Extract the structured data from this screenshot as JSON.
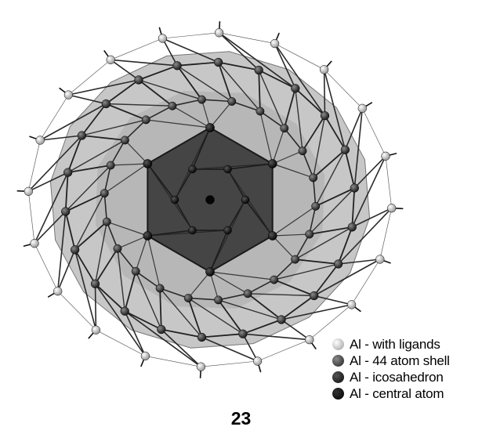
{
  "figure": {
    "compound_number": "23",
    "atom_colors": {
      "ligand": "#c8c8c8",
      "shell": "#3a3a3a",
      "icosahedron": "#1a1a1a",
      "central": "#050505",
      "shell_face": "#b9b9b9",
      "icosahedron_face": "#4a4a4a"
    }
  },
  "legend": {
    "items": [
      {
        "label": "Al - with ligands",
        "color": "#c8c8c8"
      },
      {
        "label": "Al - 44 atom shell",
        "color": "#3a3a3a"
      },
      {
        "label": "Al - icosahedron",
        "color": "#1a1a1a"
      },
      {
        "label": "Al - central atom",
        "color": "#050505"
      }
    ]
  }
}
